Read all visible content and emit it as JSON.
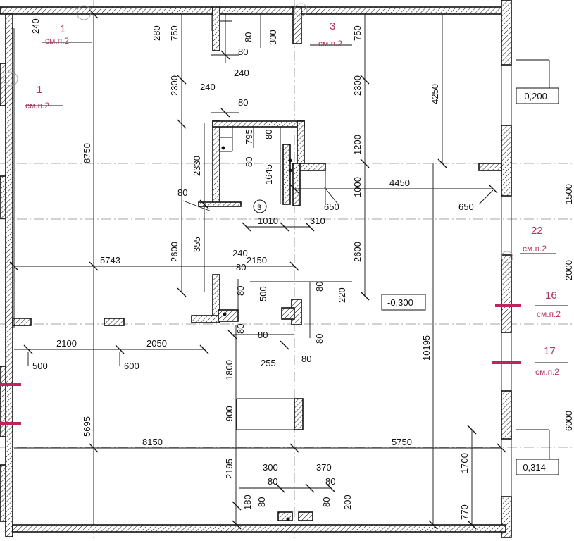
{
  "dimensions": {
    "d240_top": "240",
    "d280": "280",
    "d750_a": "750",
    "d80_a": "80",
    "d300_top": "300",
    "d240_b": "240",
    "d750_b": "750",
    "d2300_a": "2300",
    "d2300_b": "2300",
    "d4250": "4250",
    "d240_c": "240",
    "d80_b": "80",
    "d795": "795",
    "d80_c": "80",
    "d80_d": "80",
    "d1200": "1200",
    "d8750": "8750",
    "d2330": "2330",
    "d1645": "1645",
    "d1000": "1000",
    "d4450": "4450",
    "d80_e": "80",
    "d650_a": "650",
    "d650_b": "650",
    "d1010": "1010",
    "d310": "310",
    "d355": "355",
    "d2600_a": "2600",
    "d2600_b": "2600",
    "d240_d": "240",
    "d2150": "2150",
    "d80_f": "80",
    "d5743": "5743",
    "d80_g": "80",
    "d500_a": "500",
    "d80_h": "80",
    "d220": "220",
    "d80_i": "80",
    "d10195": "10195",
    "d80_j": "80",
    "d80_k": "80",
    "d2100": "2100",
    "d2050": "2050",
    "d255": "255",
    "d80_l": "80",
    "d500_b": "500",
    "d600": "600",
    "d1800": "1800",
    "d900": "900",
    "d5695": "5695",
    "d8150": "8150",
    "d5750": "5750",
    "d1700": "1700",
    "d2195": "2195",
    "d300_b": "300",
    "d370": "370",
    "d80_m": "80",
    "d80_n": "80",
    "d180": "180",
    "d80_o": "80",
    "d80_p": "80",
    "d200": "200",
    "d770": "770"
  },
  "section_refs": [
    {
      "num": "1",
      "sub": "см.п.2"
    },
    {
      "num": "3",
      "sub": "см.п.2"
    },
    {
      "num": "1",
      "sub": "см.п.2"
    },
    {
      "num": "22",
      "sub": "см.п.2"
    },
    {
      "num": "16",
      "sub": "см.п.2"
    },
    {
      "num": "17",
      "sub": "см.п.2"
    }
  ],
  "levels": {
    "lvl1": "-0,200",
    "lvl2": "-0,300",
    "lvl3": "-0,314"
  },
  "room_number": "3",
  "edge_marks": {
    "e1": "1500",
    "e2": "2000",
    "e3": "6000"
  },
  "colors": {
    "wall_line": "#111111",
    "ref_text": "#b0335d",
    "cut_line": "#c0245f",
    "axis": "#888888"
  }
}
